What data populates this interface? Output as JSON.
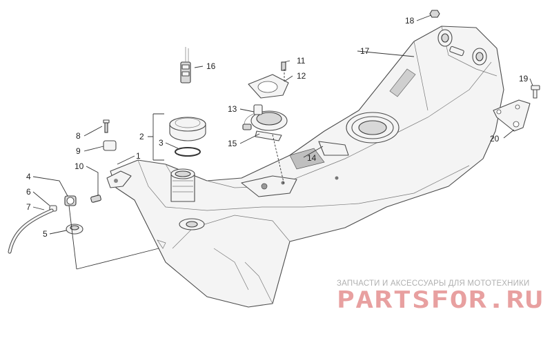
{
  "diagram": {
    "callouts": [
      {
        "id": "1",
        "label": "1"
      },
      {
        "id": "2",
        "label": "2"
      },
      {
        "id": "3",
        "label": "3"
      },
      {
        "id": "4",
        "label": "4"
      },
      {
        "id": "5",
        "label": "5"
      },
      {
        "id": "6",
        "label": "6"
      },
      {
        "id": "7",
        "label": "7"
      },
      {
        "id": "8",
        "label": "8"
      },
      {
        "id": "9",
        "label": "9"
      },
      {
        "id": "10",
        "label": "10"
      },
      {
        "id": "11",
        "label": "11"
      },
      {
        "id": "12",
        "label": "12"
      },
      {
        "id": "13",
        "label": "13"
      },
      {
        "id": "14",
        "label": "14"
      },
      {
        "id": "15",
        "label": "15"
      },
      {
        "id": "16",
        "label": "16"
      },
      {
        "id": "17",
        "label": "17"
      },
      {
        "id": "18",
        "label": "18"
      },
      {
        "id": "19",
        "label": "19"
      },
      {
        "id": "20",
        "label": "20"
      }
    ]
  },
  "watermark": {
    "caption": "ЗАПЧАСТИ И АКСЕССУАРЫ ДЛЯ МОТОТЕХНИКИ",
    "logo_text": "PARTSFOR.RU",
    "logo_color": "#e8a0a0",
    "caption_color": "#b0b0b0"
  }
}
